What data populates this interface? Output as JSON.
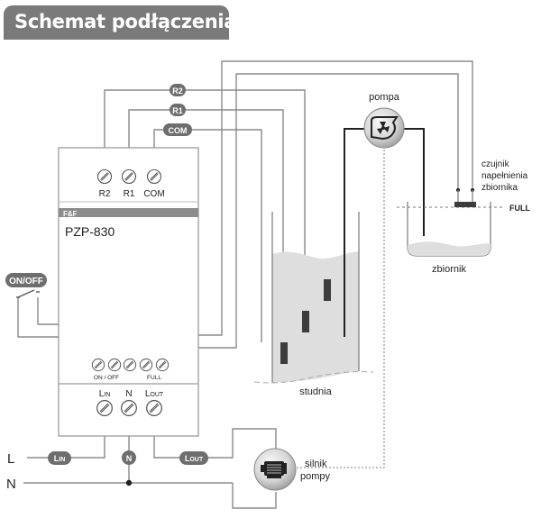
{
  "title": "Schemat podłączenia",
  "device": {
    "brand": "F&F",
    "model": "PZP-830",
    "top_terminals": [
      "R2",
      "R1",
      "COM"
    ],
    "middle_terminals_label_left": "ON / OFF",
    "middle_terminals_label_right": "FULL",
    "bottom_terminals": [
      {
        "main": "L",
        "sub": "IN"
      },
      {
        "main": "N",
        "sub": ""
      },
      {
        "main": "L",
        "sub": "OUT"
      }
    ]
  },
  "wire_tags": {
    "r2": "R2",
    "r1": "R1",
    "com": "COM",
    "on_off": "ON/OFF",
    "lin": {
      "main": "L",
      "sub": "IN"
    },
    "n": "N",
    "lout": {
      "main": "L",
      "sub": "OUT"
    }
  },
  "supply_lines": {
    "l": "L",
    "n": "N"
  },
  "components": {
    "pump": "pompa",
    "well": "studnia",
    "tank": "zbiornik",
    "tank_sensor": [
      "czujnik",
      "napełnienia",
      "zbiornika"
    ],
    "full_level": "FULL",
    "motor": [
      "silnik",
      "pompy"
    ]
  },
  "icons": {
    "pump": "pump-fan-icon",
    "motor": "electric-motor-icon",
    "terminal": "screw-terminal-icon",
    "switch": "switch-icon"
  },
  "colors": {
    "title_bg": "#7a7a7a",
    "pill_bg": "#6e6e6e",
    "wire": "#8a8a8a",
    "dark_wire": "#222222",
    "water": "#dedede",
    "sensor": "#3c3c3c",
    "device_band": "#8c8c8c"
  }
}
